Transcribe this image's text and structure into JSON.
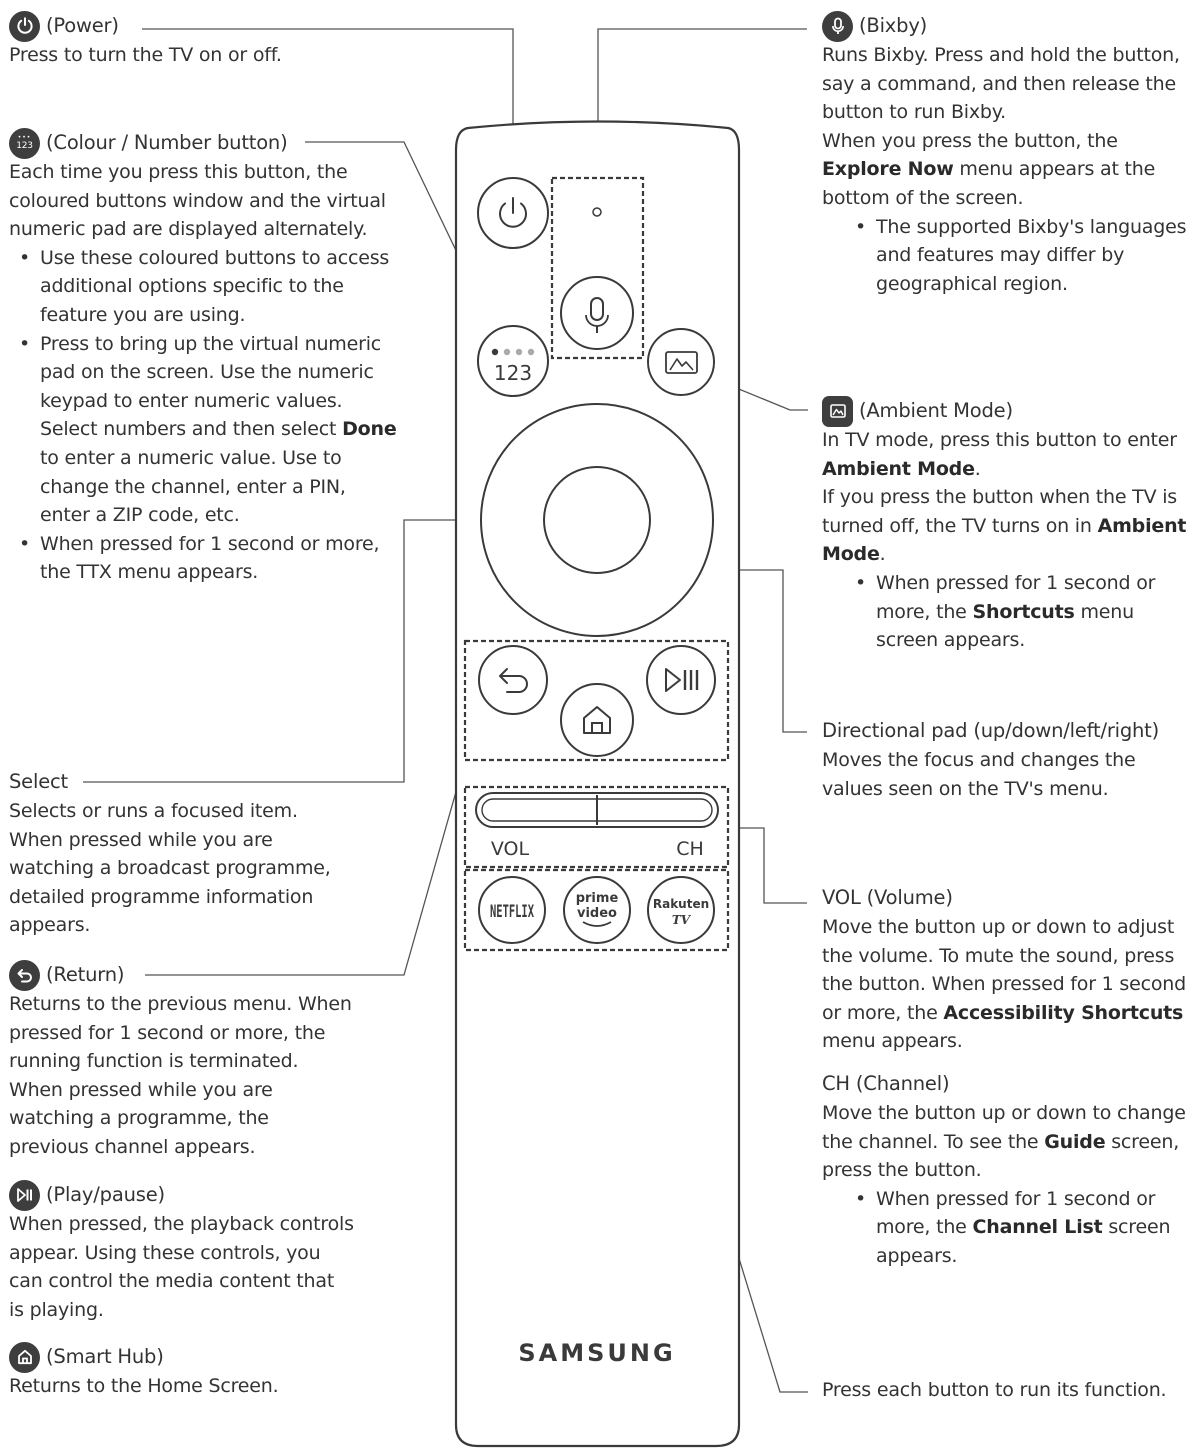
{
  "power": {
    "title": "(Power)",
    "desc": "Press to turn the TV on or off."
  },
  "colour": {
    "title": "(Colour / Number button)",
    "desc": "Each time you press this button, the coloured buttons window and the virtual numeric pad are displayed alternately.",
    "b1": "Use these coloured buttons to access additional options specific to the feature you are using.",
    "b2_pre": "Press to bring up the virtual numeric pad on the screen. Use the numeric keypad to enter numeric values. Select numbers and then select ",
    "b2_bold": "Done",
    "b2_post": " to enter a numeric value. Use to change the channel, enter a PIN, enter a ZIP code, etc.",
    "b3": "When pressed for 1 second or more, the TTX menu appears.",
    "icon_text": "123"
  },
  "select": {
    "title": "Select",
    "desc": "Selects or runs a focused item. When pressed while you are watching a broadcast programme, detailed programme information appears."
  },
  "return": {
    "title": "(Return)",
    "desc": "Returns to the previous menu. When pressed for 1 second or more, the running function is terminated. When pressed while you are watching a programme, the previous channel appears."
  },
  "playpause": {
    "title": "(Play/pause)",
    "desc": "When pressed, the playback controls appear. Using these controls, you can control the media content that is playing."
  },
  "smarthub": {
    "title": "(Smart Hub)",
    "desc": "Returns to the Home Screen."
  },
  "bixby": {
    "title": "(Bixby)",
    "p1": "Runs Bixby. Press and hold the button, say a command, and then release the button to run Bixby.",
    "p2_pre": "When you press the button, the ",
    "p2_bold": "Explore Now",
    "p2_post": " menu appears at the bottom of the screen.",
    "b1": "The supported Bixby's languages and features may differ by geographical region."
  },
  "ambient": {
    "title": "(Ambient Mode)",
    "p1_pre": "In TV mode, press this button to enter ",
    "p1_bold": "Ambient Mode",
    "p1_post": ".",
    "p2_pre": "If you press the button when the TV is turned off, the TV turns on in ",
    "p2_bold": "Ambient Mode",
    "p2_post": ".",
    "b1_pre": "When pressed for 1 second or more, the ",
    "b1_bold": "Shortcuts",
    "b1_post": " menu screen appears."
  },
  "dpad": {
    "title": "Directional pad (up/down/left/right)",
    "desc": "Moves the focus and changes the values seen on the TV's menu."
  },
  "vol": {
    "title": "VOL (Volume)",
    "desc_pre": "Move the button up or down to adjust the volume. To mute the sound, press the button. When pressed for 1 second or more, the ",
    "desc_bold": "Accessibility Shortcuts",
    "desc_post": " menu appears."
  },
  "ch": {
    "title": "CH (Channel)",
    "desc_pre": "Move the button up or down to change the channel. To see the ",
    "desc_bold": "Guide",
    "desc_post": " screen, press the button.",
    "b1_pre": "When pressed for 1 second or more, the ",
    "b1_bold": "Channel List",
    "b1_post": " screen appears."
  },
  "apps": {
    "desc": "Press each button to run its function."
  },
  "remote": {
    "vol_label": "VOL",
    "ch_label": "CH",
    "brand": "SAMSUNG",
    "netflix": "NETFLIX",
    "prime_line1": "prime",
    "prime_line2": "video",
    "rakuten_line1": "Rakuten",
    "rakuten_line2": "TV",
    "num_label": "123"
  }
}
